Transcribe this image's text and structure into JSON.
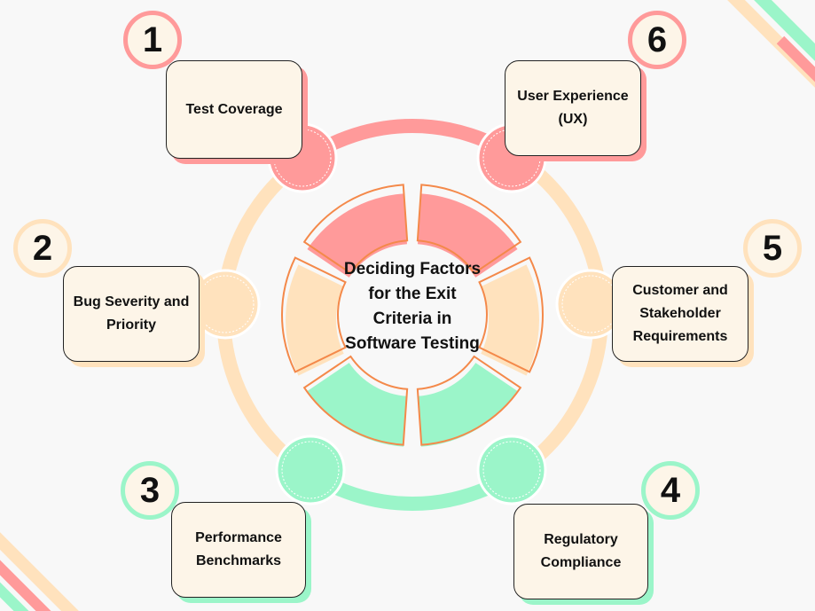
{
  "title": "Deciding Factors for the Exit Criteria in Software Testing",
  "colors": {
    "pink": "#ff9a9a",
    "beige": "#ffe2bd",
    "mint": "#9bf5c9",
    "outline": "#f4894a",
    "card": "#fdf5e8"
  },
  "factors": [
    {
      "number": "1",
      "label": "Test Coverage"
    },
    {
      "number": "2",
      "label": "Bug Severity and Priority"
    },
    {
      "number": "3",
      "label": "Performance Benchmarks"
    },
    {
      "number": "4",
      "label": "Regulatory Compliance"
    },
    {
      "number": "5",
      "label": "Customer and Stakeholder Requirements"
    },
    {
      "number": "6",
      "label": "User Experience (UX)"
    }
  ]
}
